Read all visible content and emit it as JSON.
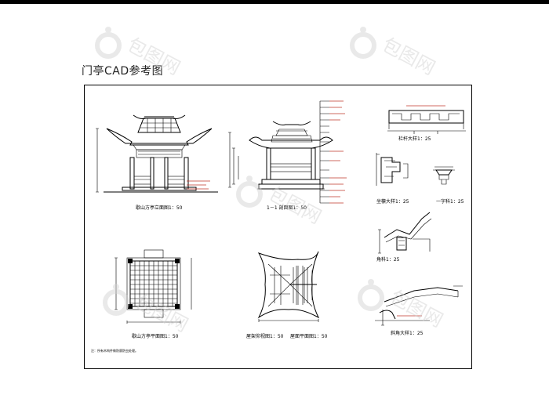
{
  "page": {
    "title": "门亭CAD参考图"
  },
  "drawings": {
    "front_elevation": {
      "caption": "歇山方亭立面图1：50"
    },
    "section": {
      "caption": "1－1 剖面图1：50"
    },
    "railing_detail": {
      "caption": "栏杆大样1：25"
    },
    "bracket_detail": {
      "caption": "坐檩大样1：25"
    },
    "purlin_detail": {
      "caption": "一字科1：25"
    },
    "corner_bracket": {
      "caption": "角科1：25"
    },
    "ridge_detail": {
      "caption": "斜角大样1：25"
    },
    "plan": {
      "caption": "歇山方亭平面图1：50"
    },
    "roof_frame": {
      "caption": "屋架仰视图1：50"
    },
    "roof_plan": {
      "caption": "屋面平面图1：50"
    },
    "note": "注：所有木构件做防腐防虫处理。"
  },
  "watermark": {
    "text": "包图网"
  },
  "colors": {
    "line": "#000000",
    "accent_red": "#c0392b",
    "watermark": "#d9d9d9"
  }
}
